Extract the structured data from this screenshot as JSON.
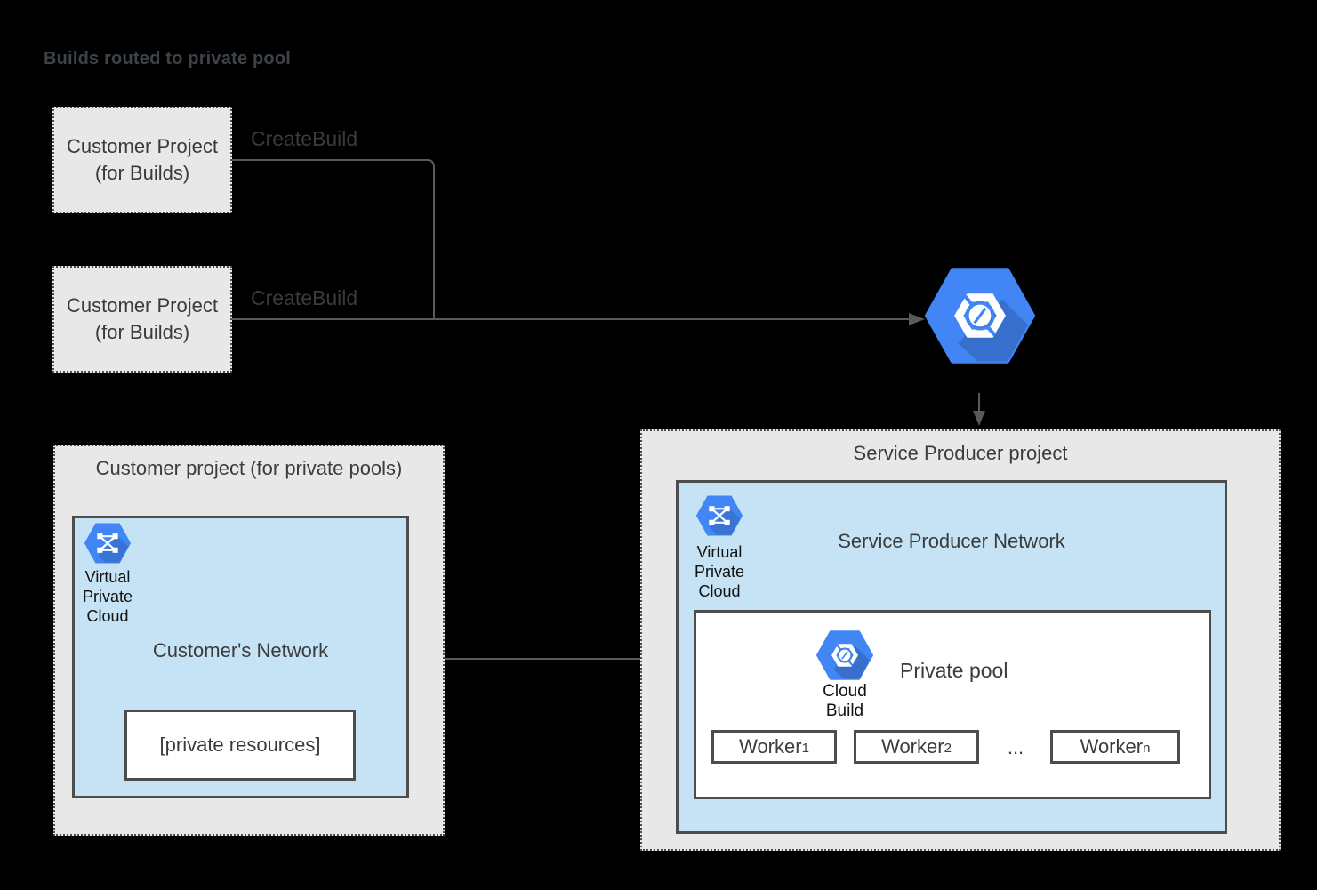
{
  "title": "Builds routed to private pool",
  "customer_build_projects": [
    {
      "line1": "Customer Project",
      "line2": "(for Builds)"
    },
    {
      "line1": "Customer Project",
      "line2": "(for Builds)"
    }
  ],
  "connectors": {
    "create_build_labels": [
      "CreateBuild",
      "CreateBuild"
    ]
  },
  "router_icon": "cloud-build-icon",
  "producer": {
    "title": "Service Producer project",
    "network": {
      "title": "Service Producer Network",
      "vpc_label": [
        "Virtual",
        "Private",
        "Cloud"
      ]
    },
    "pool": {
      "title": "Private pool",
      "icon_label": [
        "Cloud",
        "Build"
      ],
      "workers": [
        {
          "base": "Worker",
          "sub": "1"
        },
        {
          "base": "Worker",
          "sub": "2"
        },
        {
          "base": "Worker",
          "sub": "n"
        }
      ],
      "ellipsis": "..."
    }
  },
  "customer_pool_project": {
    "title": "Customer project (for private pools)",
    "network": {
      "title": "Customer's Network",
      "vpc_label": [
        "Virtual",
        "Private",
        "Cloud"
      ],
      "private_resources": "[private resources]"
    }
  },
  "colors": {
    "accent_blue": "#4285f4",
    "icon_shadow": "#3367d6",
    "project_box_gray": "#e8e8e8",
    "network_blue": "#c5e3f5",
    "border_dark": "#4d4d4d",
    "connector_gray": "#5a5a5a",
    "text_dark": "#3c3c3c",
    "background": "#000000"
  }
}
